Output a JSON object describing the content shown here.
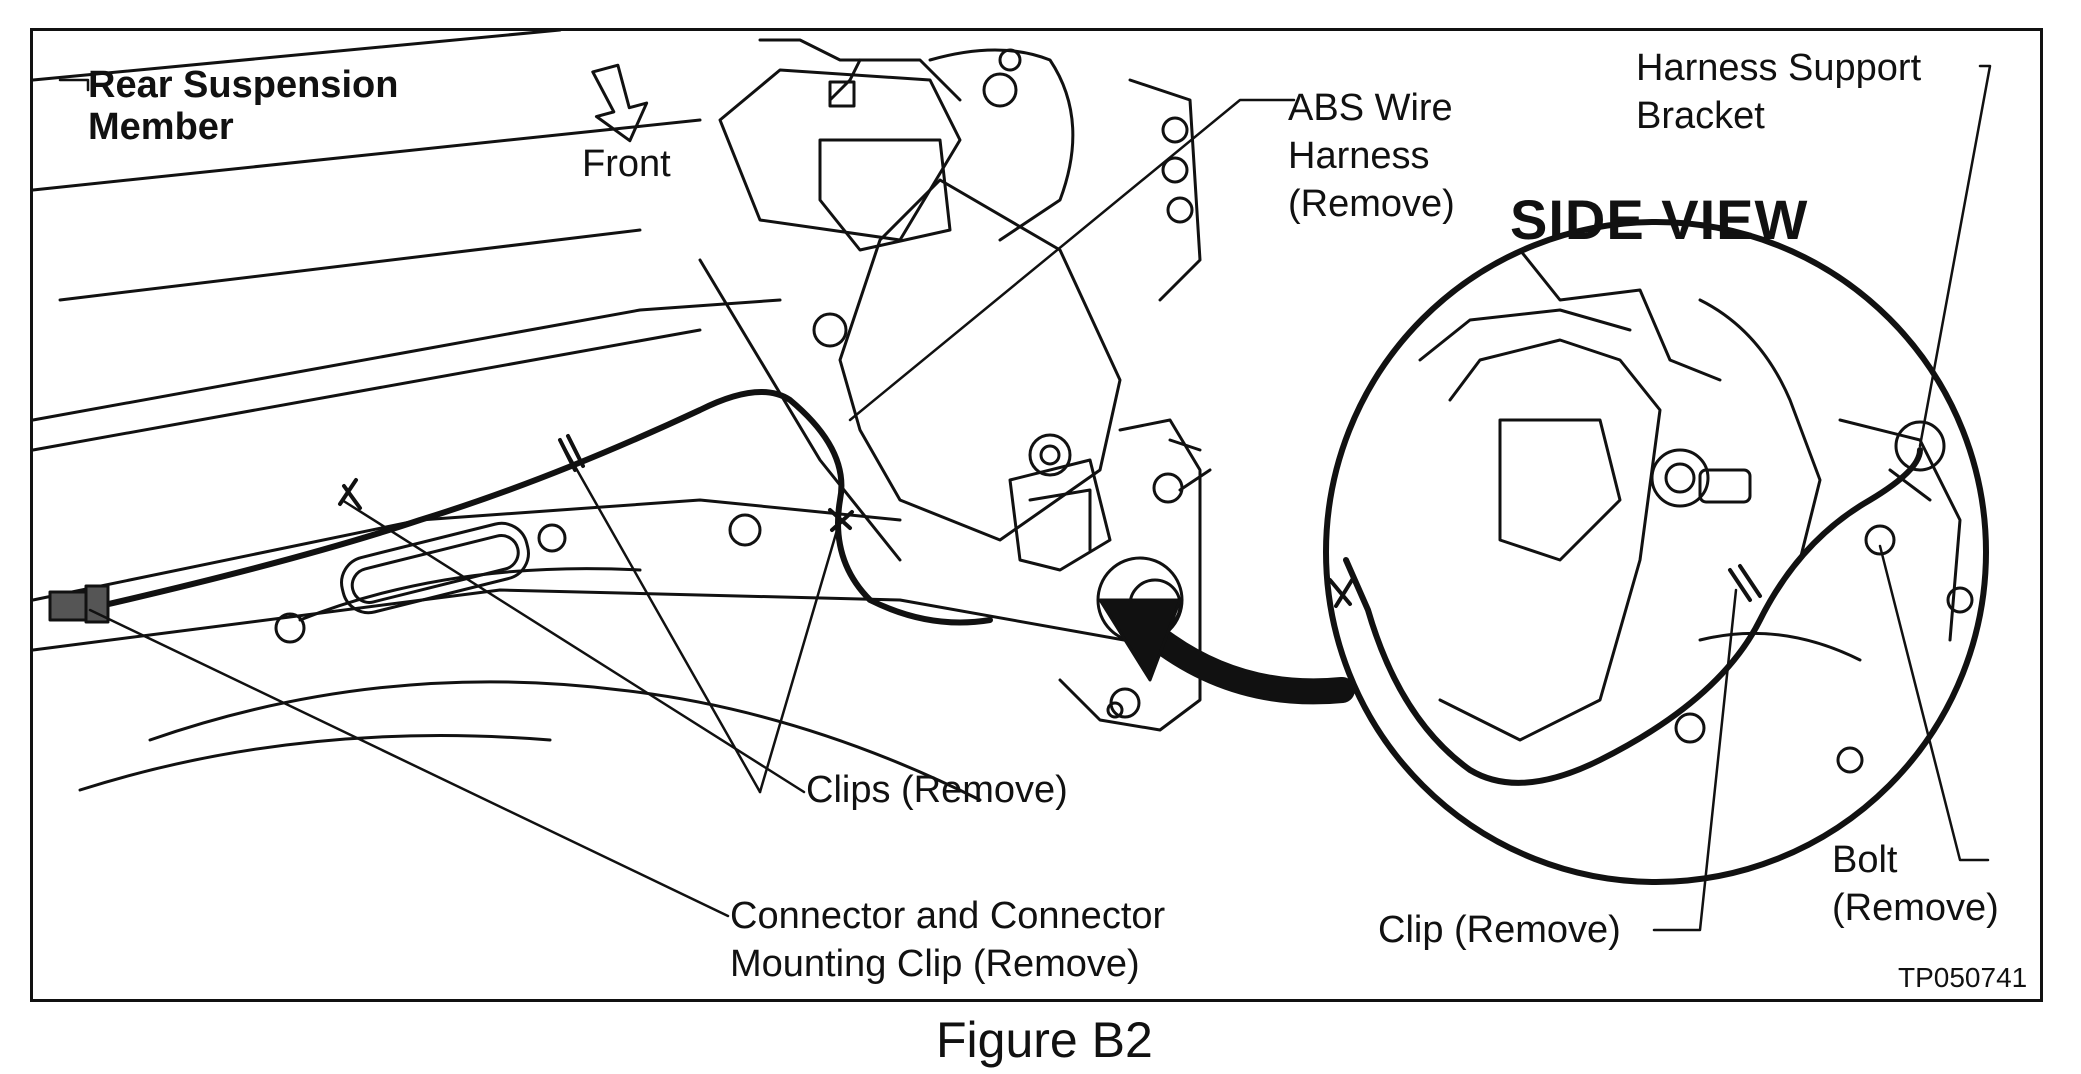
{
  "labels": {
    "rear_suspension_member": "Rear Suspension\nMember",
    "front": "Front",
    "abs_wire_harness": "ABS Wire\nHarness\n(Remove)",
    "harness_support_bracket": "Harness Support\nBracket",
    "side_view": "SIDE VIEW",
    "clips_remove": "Clips (Remove)",
    "connector_clip": "Connector and Connector\nMounting Clip (Remove)",
    "clip_remove": "Clip (Remove)",
    "bolt_remove": "Bolt\n(Remove)",
    "part_code": "TP050741"
  },
  "caption": "Figure B2"
}
